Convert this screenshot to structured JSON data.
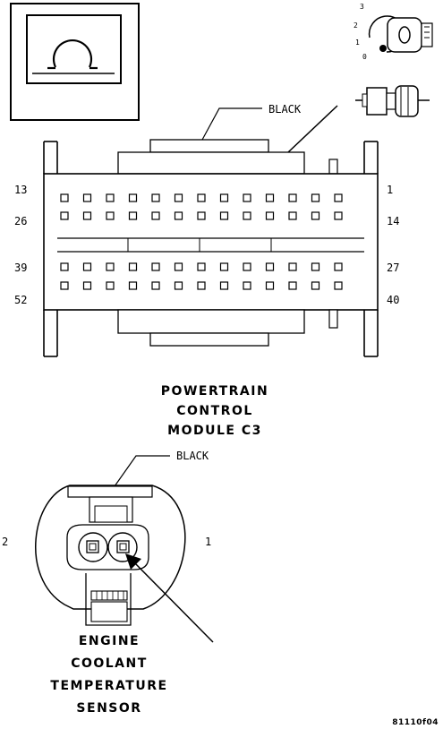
{
  "pcm": {
    "color_label": "BLACK",
    "pin_labels": {
      "row1_left": "13",
      "row1_right": "1",
      "row2_left": "26",
      "row2_right": "14",
      "row3_left": "39",
      "row3_right": "27",
      "row4_left": "52",
      "row4_right": "40"
    },
    "title_line1": "POWERTRAIN",
    "title_line2": "CONTROL",
    "title_line3": "MODULE C3"
  },
  "ignition_switch": {
    "positions": [
      "3",
      "2",
      "1",
      "0"
    ]
  },
  "sensor": {
    "color_label": "BLACK",
    "pin_left": "2",
    "pin_right": "1",
    "title_line1": "ENGINE",
    "title_line2": "COOLANT",
    "title_line3": "TEMPERATURE",
    "title_line4": "SENSOR"
  },
  "figure_code": "81110f04",
  "icons": [
    "ohm-meter-icon",
    "ignition-key-icon",
    "connector-plug-icon"
  ]
}
